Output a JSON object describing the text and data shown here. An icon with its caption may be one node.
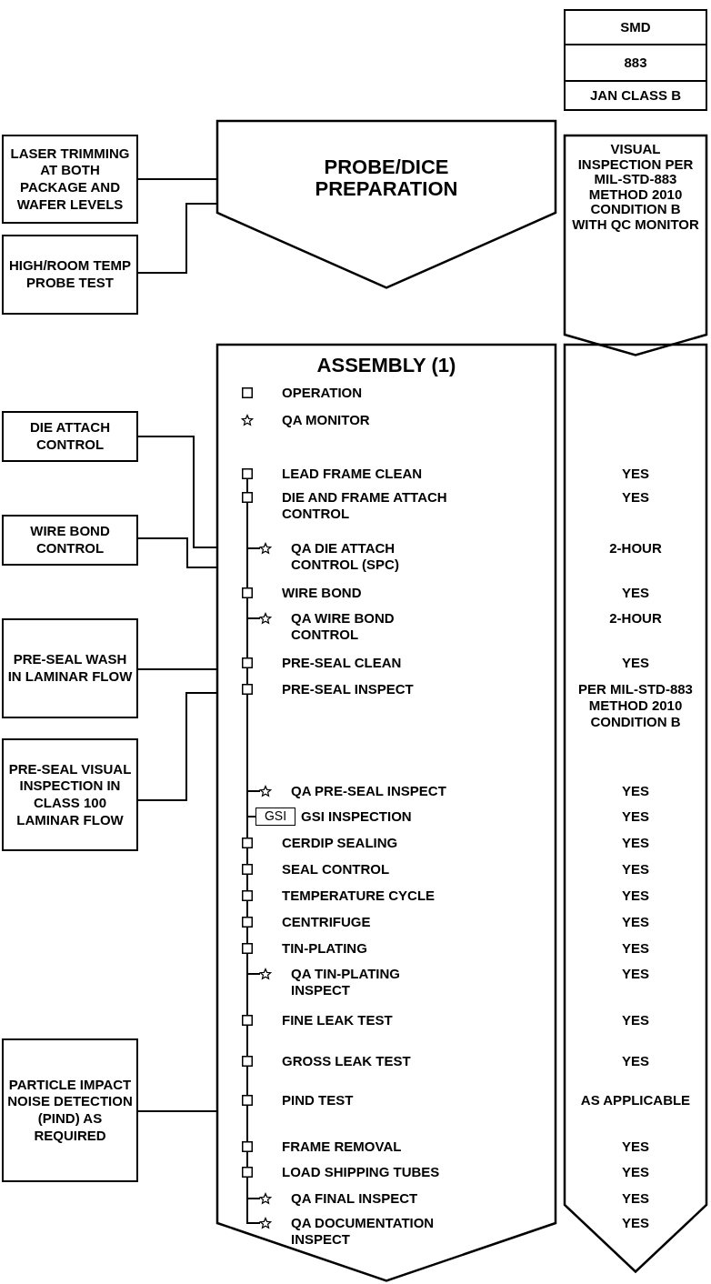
{
  "diagram": {
    "nodes": [
      {
        "text": [
          "SMD"
        ]
      },
      {
        "text": [
          "883"
        ]
      },
      {
        "text": [
          "JAN CLASS B"
        ]
      },
      {
        "text": [
          "LASER TRIMMING AT BOTH PACKAGE AND WAFER LEVELS"
        ]
      },
      {
        "text": [
          "PROBE/DICE PREPARATION"
        ]
      },
      {
        "text": [
          "VISUAL INSPECTION PER MIL-STD-883 METHOD 2010 CONDITION B WITH QC MONITOR"
        ]
      },
      {
        "text": [
          "HIGH/ROOM TEMP PROBE TEST"
        ]
      },
      {
        "text": [
          "ASSEMBLY (1)"
        ]
      },
      {
        "text": [
          "DIE ATTACH CONTROL"
        ]
      },
      {
        "text": [
          "WIRE BOND CONTROL"
        ]
      },
      {
        "text": [
          "PRE-SEAL WASH IN LAMINAR FLOW"
        ]
      },
      {
        "text": [
          "PRE-SEAL VISUAL INSPECTION IN CLASS 100 LAMINAR FLOW"
        ]
      },
      {
        "text": [
          "PARTICLE IMPACT NOISE DETECTION (PIND) AS REQUIRED"
        ]
      },
      {
        "text": [
          "YES",
          "YES",
          "2-HOUR",
          "YES",
          "2-HOUR",
          "YES",
          "PER MIL-STD-883 METHOD 2010 CONDITION B",
          "YES",
          "YES",
          "YES",
          "YES",
          "YES",
          "YES",
          "YES",
          "YES",
          "YES",
          "YES",
          "AS APPLICABLE",
          "YES",
          "YES",
          "YES",
          "YES"
        ]
      },
      {
        "text": [
          "LEAD FRAME CLEAN"
        ],
        "in": 7
      },
      {
        "text": [
          "DIE AND FRAME ATTACH CONTROL"
        ],
        "in": 7
      },
      {
        "text": [
          "QA DIE ATTACH CONTROL (SPC)"
        ],
        "in": 7
      },
      {
        "text": [
          "WIRE BOND"
        ],
        "in": 7
      },
      {
        "text": [
          "QA WIRE BOND CONTROL"
        ],
        "in": 7
      },
      {
        "text": [
          "PRE-SEAL CLEAN"
        ],
        "in": 7
      },
      {
        "text": [
          "PRE-SEAL INSPECT"
        ],
        "in": 7
      },
      {
        "text": [
          "QA PRE-SEAL INSPECT"
        ],
        "in": 7
      },
      {
        "text": [
          "GSI"
        ],
        "beside": [
          "GSI INSPECTION"
        ],
        "in": 7
      },
      {
        "text": [
          "CERDIP SEALING"
        ],
        "in": 7
      },
      {
        "text": [
          "SEAL CONTROL"
        ],
        "in": 7
      },
      {
        "text": [
          "TEMPERATURE CYCLE"
        ],
        "in": 7
      },
      {
        "text": [
          "CENTRIFUGE"
        ],
        "in": 7
      },
      {
        "text": [
          "TIN-PLATING"
        ],
        "in": 7
      },
      {
        "text": [
          "QA TIN-PLATING INSPECT"
        ],
        "in": 7
      },
      {
        "text": [
          "FINE LEAK TEST"
        ],
        "in": 7
      },
      {
        "text": [
          "GROSS LEAK TEST"
        ],
        "in": 7
      },
      {
        "text": [
          "PIND TEST"
        ],
        "in": 7
      },
      {
        "text": [
          "FRAME REMOVAL"
        ],
        "in": 7
      },
      {
        "text": [
          "LOAD SHIPPING TUBES"
        ],
        "in": 7
      },
      {
        "text": [
          "QA FINAL INSPECT"
        ],
        "in": 7
      },
      {
        "text": [
          "QA DOCUMENTATION INSPECT"
        ],
        "in": 7
      }
    ],
    "edges": [
      {
        "from": 3,
        "to": 4,
        "arrow": "none"
      },
      {
        "from": 6,
        "to": 4,
        "arrow": "none"
      },
      {
        "from": 8,
        "to": 7,
        "arrow": "none"
      },
      {
        "from": 9,
        "to": 7,
        "arrow": "none"
      },
      {
        "from": 10,
        "to": 7,
        "arrow": "none"
      },
      {
        "from": 11,
        "to": 7,
        "arrow": "none"
      },
      {
        "from": 12,
        "to": 7,
        "arrow": "none"
      },
      {
        "from": 14,
        "to": 15,
        "arrow": "none"
      },
      {
        "from": 15,
        "to": 16,
        "arrow": "none"
      },
      {
        "from": 15,
        "to": 17,
        "arrow": "none"
      },
      {
        "from": 17,
        "to": 18,
        "arrow": "none"
      },
      {
        "from": 17,
        "to": 19,
        "arrow": "none"
      },
      {
        "from": 19,
        "to": 20,
        "arrow": "none"
      },
      {
        "from": 20,
        "to": 21,
        "arrow": "none"
      },
      {
        "from": 20,
        "to": 22,
        "arrow": "none"
      },
      {
        "from": 20,
        "to": 23,
        "arrow": "none"
      },
      {
        "from": 23,
        "to": 24,
        "arrow": "none"
      },
      {
        "from": 24,
        "to": 25,
        "arrow": "none"
      },
      {
        "from": 25,
        "to": 26,
        "arrow": "none"
      },
      {
        "from": 26,
        "to": 27,
        "arrow": "none"
      },
      {
        "from": 27,
        "to": 28,
        "arrow": "none"
      },
      {
        "from": 27,
        "to": 29,
        "arrow": "none"
      },
      {
        "from": 29,
        "to": 30,
        "arrow": "none"
      },
      {
        "from": 30,
        "to": 31,
        "arrow": "none"
      },
      {
        "from": 31,
        "to": 32,
        "arrow": "none"
      },
      {
        "from": 32,
        "to": 33,
        "arrow": "none"
      },
      {
        "from": 33,
        "to": 34,
        "arrow": "none"
      },
      {
        "from": 33,
        "to": 35,
        "arrow": "none"
      }
    ],
    "legend": [
      {
        "text": "OPERATION"
      },
      {
        "text": "QA MONITOR"
      }
    ]
  }
}
